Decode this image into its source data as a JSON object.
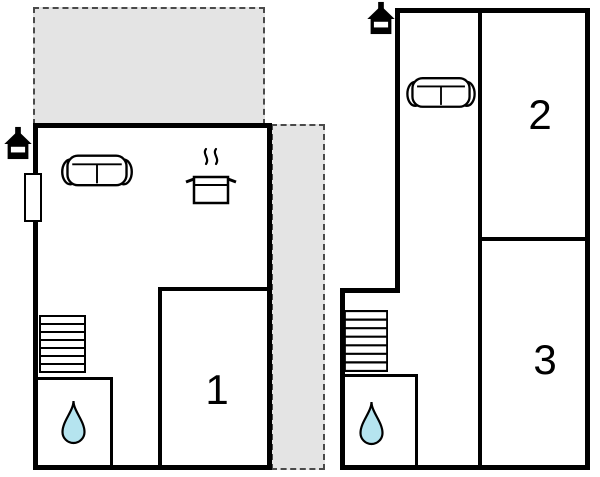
{
  "document": {
    "kind": "floor-plan",
    "background": "#ffffff"
  },
  "colors": {
    "wall": "#000000",
    "outdoor_area_fill": "#e4e4e4",
    "outdoor_area_border": "#4a4a4a",
    "water_drop": "#b5e4ef"
  },
  "rooms": [
    {
      "id": "room-1",
      "label": "1"
    },
    {
      "id": "room-2",
      "label": "2"
    },
    {
      "id": "room-3",
      "label": "3"
    }
  ],
  "icons": [
    {
      "name": "entrance-house-arrow-icon",
      "floor": "ground"
    },
    {
      "name": "sofa-icon",
      "floor": "ground"
    },
    {
      "name": "cooking-pot-steam-icon",
      "floor": "ground"
    },
    {
      "name": "stairs-icon",
      "floor": "ground"
    },
    {
      "name": "water-drop-icon",
      "floor": "ground"
    },
    {
      "name": "door-marker",
      "floor": "ground"
    },
    {
      "name": "entrance-house-arrow-icon",
      "floor": "upper"
    },
    {
      "name": "sofa-icon",
      "floor": "upper"
    },
    {
      "name": "stairs-icon",
      "floor": "upper"
    },
    {
      "name": "water-drop-icon",
      "floor": "upper"
    }
  ]
}
